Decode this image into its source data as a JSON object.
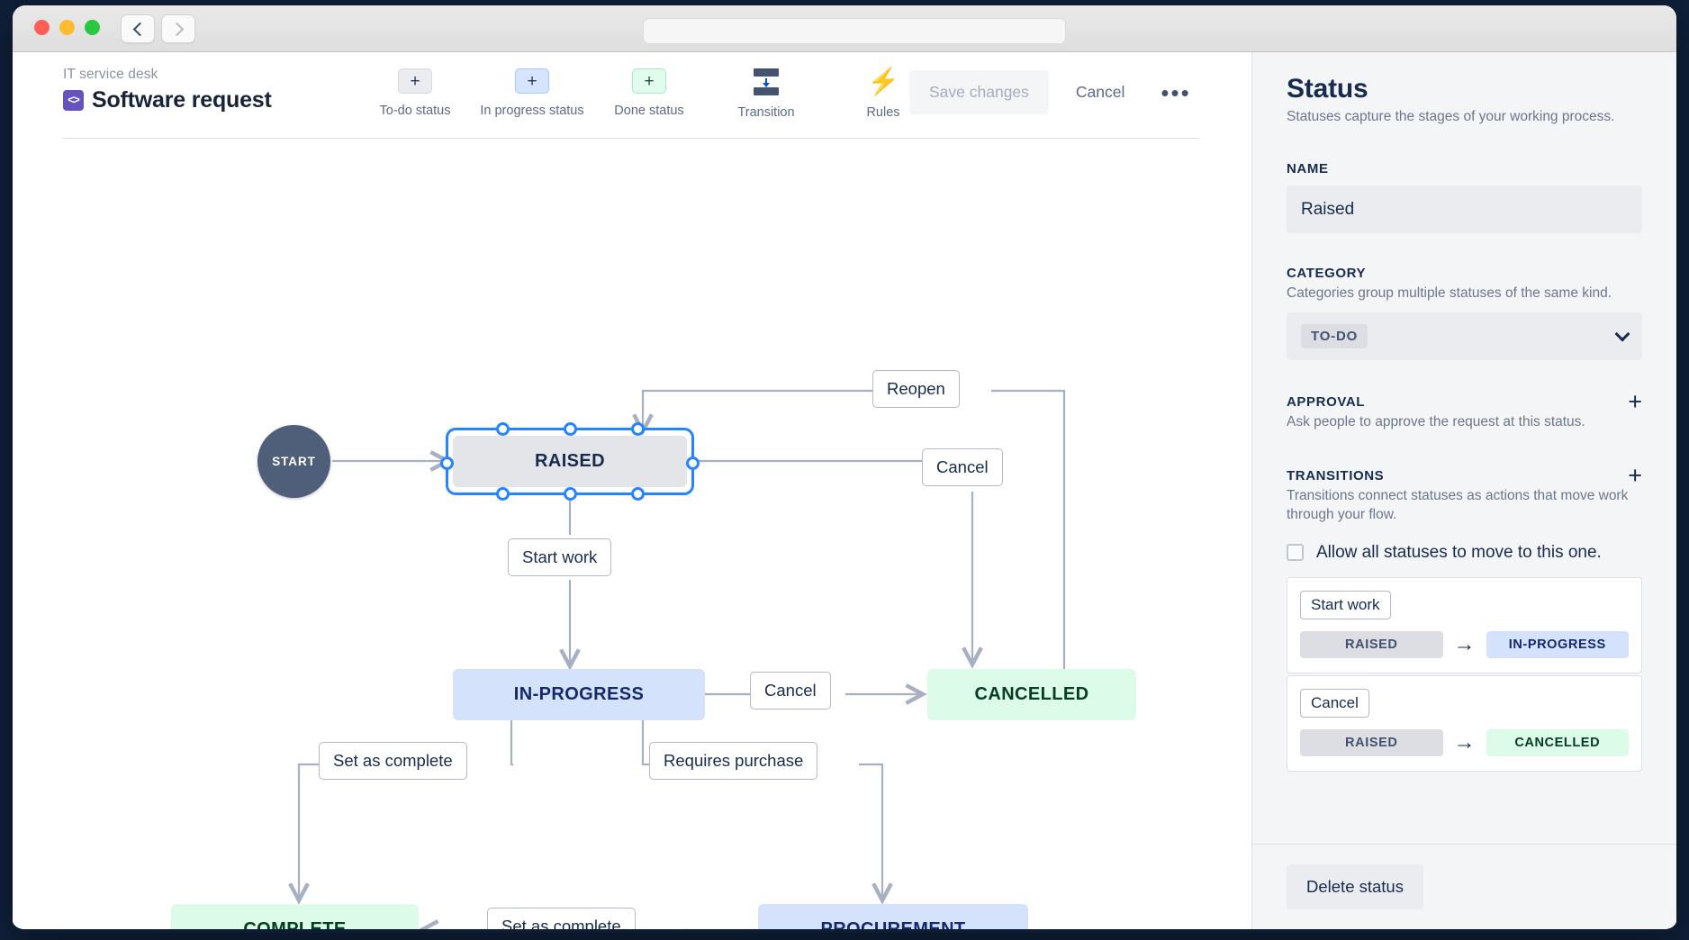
{
  "window": {
    "traffic_lights": [
      "close",
      "minimize",
      "maximize"
    ],
    "address_bar_value": "",
    "address_bar_placeholder": ""
  },
  "header": {
    "breadcrumb": "IT service desk",
    "project_icon": "<>",
    "project_title": "Software request",
    "tools": [
      {
        "icon": "plus-icon",
        "chip": "+",
        "label": "To-do status",
        "style": "todo"
      },
      {
        "icon": "plus-icon",
        "chip": "+",
        "label": "In progress status",
        "style": "inprog"
      },
      {
        "icon": "plus-icon",
        "chip": "+",
        "label": "Done status",
        "style": "done"
      },
      {
        "icon": "transition-icon",
        "chip": "",
        "label": "Transition",
        "style": "icon"
      },
      {
        "icon": "lightning-bolt-icon",
        "chip": "⚡",
        "label": "Rules",
        "style": "icon"
      }
    ],
    "save_label": "Save changes",
    "cancel_label": "Cancel",
    "more_label": "•••"
  },
  "flow": {
    "nodes": [
      {
        "id": "start",
        "label": "START",
        "category": "start"
      },
      {
        "id": "raised",
        "label": "RAISED",
        "category": "to-do",
        "selected": true
      },
      {
        "id": "in-progress",
        "label": "IN-PROGRESS",
        "category": "in-progress"
      },
      {
        "id": "cancelled",
        "label": "CANCELLED",
        "category": "done"
      },
      {
        "id": "complete",
        "label": "COMPLETE",
        "category": "done"
      },
      {
        "id": "procurement",
        "label": "PROCUREMENT",
        "category": "in-progress"
      }
    ],
    "edges": [
      {
        "label": "Reopen",
        "from": "cancelled",
        "to": "raised"
      },
      {
        "label": "Cancel",
        "from": "raised",
        "to": "cancelled"
      },
      {
        "label": "Start work",
        "from": "raised",
        "to": "in-progress"
      },
      {
        "label": "Cancel",
        "from": "in-progress",
        "to": "cancelled"
      },
      {
        "label": "Set as complete",
        "from": "in-progress",
        "to": "complete"
      },
      {
        "label": "Requires purchase",
        "from": "in-progress",
        "to": "procurement"
      },
      {
        "label": "Set as complete",
        "from": "procurement",
        "to": "complete"
      }
    ]
  },
  "panel": {
    "title": "Status",
    "subtitle": "Statuses capture the stages of your working process.",
    "name_label": "NAME",
    "name_value": "Raised",
    "category_label": "CATEGORY",
    "category_desc": "Categories group multiple statuses of the same kind.",
    "category_value": "TO-DO",
    "approval_label": "APPROVAL",
    "approval_desc": "Ask people to approve the request at this status.",
    "approval_add": "+",
    "transitions_label": "TRANSITIONS",
    "transitions_desc": "Transitions connect statuses as actions that move work through your flow.",
    "transitions_add": "+",
    "allow_all_label": "Allow all statuses to move to this one.",
    "allow_all_checked": false,
    "transitions": [
      {
        "name": "Start work",
        "from": "RAISED",
        "from_style": "todo",
        "arrow": "→",
        "to": "IN-PROGRESS",
        "to_style": "inprog"
      },
      {
        "name": "Cancel",
        "from": "RAISED",
        "from_style": "todo",
        "arrow": "→",
        "to": "CANCELLED",
        "to_style": "done"
      }
    ],
    "delete_label": "Delete status"
  },
  "colors": {
    "accent_blue": "#2684ff",
    "todo_bg": "#e4e5e9",
    "inprogress_bg": "#d4e2fc",
    "done_bg": "#ddfbe9",
    "start_bg": "#505f79",
    "panel_bg": "#f4f5f7",
    "project_icon_bg": "#6554c0"
  }
}
